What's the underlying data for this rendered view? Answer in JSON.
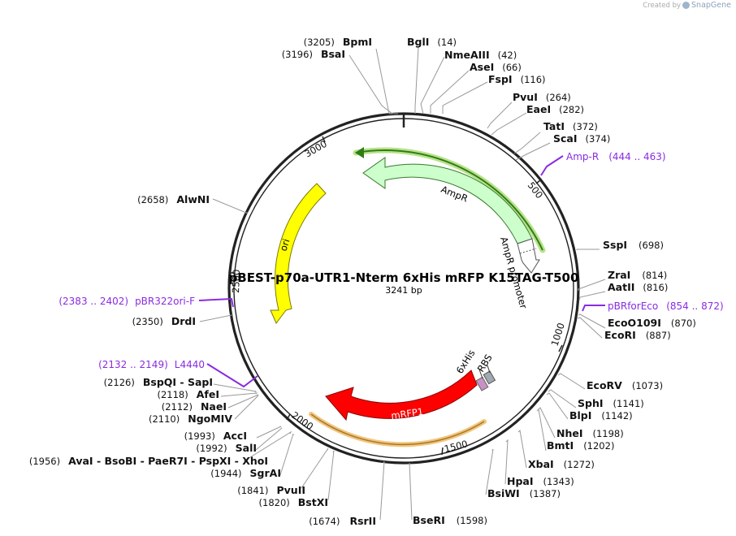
{
  "credit": {
    "prefix": "Created by",
    "brand": "SnapGene"
  },
  "plasmid": {
    "name": "pBEST-p70a-UTR1-Nterm 6xHis mRFP K15TAG-T500",
    "length_label": "3241 bp"
  },
  "ticks": [
    "500",
    "1000",
    "1500",
    "2000",
    "2500",
    "3000"
  ],
  "sites": [
    {
      "name": "BpmI",
      "pos": "(3205)"
    },
    {
      "name": "BsaI",
      "pos": "(3196)"
    },
    {
      "name": "BglI",
      "pos": "(14)"
    },
    {
      "name": "NmeAIII",
      "pos": "(42)"
    },
    {
      "name": "AseI",
      "pos": "(66)"
    },
    {
      "name": "FspI",
      "pos": "(116)"
    },
    {
      "name": "PvuI",
      "pos": "(264)"
    },
    {
      "name": "EaeI",
      "pos": "(282)"
    },
    {
      "name": "TatI",
      "pos": "(372)"
    },
    {
      "name": "ScaI",
      "pos": "(374)"
    },
    {
      "name": "SspI",
      "pos": "(698)"
    },
    {
      "name": "ZraI",
      "pos": "(814)"
    },
    {
      "name": "AatII",
      "pos": "(816)"
    },
    {
      "name": "EcoO109I",
      "pos": "(870)"
    },
    {
      "name": "EcoRI",
      "pos": "(887)"
    },
    {
      "name": "EcoRV",
      "pos": "(1073)"
    },
    {
      "name": "SphI",
      "pos": "(1141)"
    },
    {
      "name": "BlpI",
      "pos": "(1142)"
    },
    {
      "name": "NheI",
      "pos": "(1198)"
    },
    {
      "name": "BmtI",
      "pos": "(1202)"
    },
    {
      "name": "XbaI",
      "pos": "(1272)"
    },
    {
      "name": "HpaI",
      "pos": "(1343)"
    },
    {
      "name": "BsiWI",
      "pos": "(1387)"
    },
    {
      "name": "BseRI",
      "pos": "(1598)"
    },
    {
      "name": "RsrII",
      "pos": "(1674)"
    },
    {
      "name": "BstXI",
      "pos": "(1820)"
    },
    {
      "name": "PvuII",
      "pos": "(1841)"
    },
    {
      "name": "SgrAI",
      "pos": "(1944)"
    },
    {
      "name": "AvaI - BsoBI - PaeR7I - PspXI - XhoI",
      "pos": "(1956)"
    },
    {
      "name": "SalI",
      "pos": "(1992)"
    },
    {
      "name": "AccI",
      "pos": "(1993)"
    },
    {
      "name": "NgoMIV",
      "pos": "(2110)"
    },
    {
      "name": "NaeI",
      "pos": "(2112)"
    },
    {
      "name": "AfeI",
      "pos": "(2118)"
    },
    {
      "name": "BspQI - SapI",
      "pos": "(2126)"
    },
    {
      "name": "DrdI",
      "pos": "(2350)"
    },
    {
      "name": "AlwNI",
      "pos": "(2658)"
    }
  ],
  "primers": [
    {
      "name": "Amp-R",
      "range": "(444 .. 463)"
    },
    {
      "name": "pBRforEco",
      "range": "(854 .. 872)"
    },
    {
      "name": "pBR322ori-F",
      "range": "(2383 .. 2402)"
    },
    {
      "name": "L4440",
      "range": "(2132 .. 2149)"
    }
  ],
  "features": [
    {
      "name": "AmpR",
      "color": "#ccffcc"
    },
    {
      "name": "AmpR promoter",
      "color": "#ffffff"
    },
    {
      "name": "ori",
      "color": "#ffff00"
    },
    {
      "name": "mRFP1",
      "color": "#ff0000"
    },
    {
      "name": "6xHis",
      "color": "#c0a0c0"
    },
    {
      "name": "RBS",
      "color": "#a0a8b0"
    }
  ],
  "colors": {
    "primer": "#8a2be2",
    "backbone": "#222222",
    "leader": "#999999"
  }
}
